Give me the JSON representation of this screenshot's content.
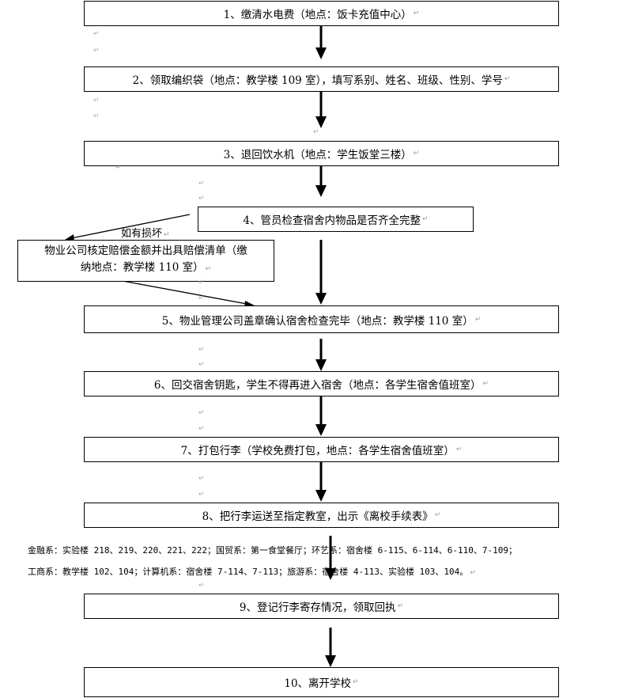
{
  "flowchart": {
    "steps": [
      {
        "number": "1",
        "text": "1、缴清水电费（地点：饭卡充值中心）"
      },
      {
        "number": "2",
        "text": "2、领取编织袋（地点：教学楼 109 室），填写系别、姓名、班级、性别、学号"
      },
      {
        "number": "3",
        "text": "3、退回饮水机（地点：学生饭堂三楼）"
      },
      {
        "number": "4",
        "text": "4、管员检查宿舍内物品是否齐全完整"
      },
      {
        "number": "5",
        "text": "5、物业管理公司盖章确认宿舍检查完毕（地点：教学楼 110 室）"
      },
      {
        "number": "6",
        "text": "6、回交宿舍钥匙，学生不得再进入宿舍（地点：各学生宿舍值班室）"
      },
      {
        "number": "7",
        "text": "7、打包行李（学校免费打包，地点：各学生宿舍值班室）"
      },
      {
        "number": "8",
        "text": "8、把行李运送至指定教室，出示《离校手续表》"
      },
      {
        "number": "9",
        "text": "9、登记行李寄存情况，领取回执"
      },
      {
        "number": "10",
        "text": "10、离开学校"
      }
    ],
    "damage_branch": {
      "condition_label": "如有损坏",
      "line1": "物业公司核定赔偿金额并出具赔偿清单（缴",
      "line2": "纳地点：教学楼 110 室）"
    },
    "classroom_notes": {
      "line1": "金融系：实验楼 218、219、220、221、222；国贸系：第一食堂餐厅；环艺系：宿舍楼 6-115、6-114、6-110、7-109；",
      "line2": "工商系：教学楼 102、104；计算机系：宿舍楼 7-114、7-113；旅游系：宿舍楼 4-113、实验楼 103、104。"
    },
    "paragraph_mark": "↵"
  }
}
